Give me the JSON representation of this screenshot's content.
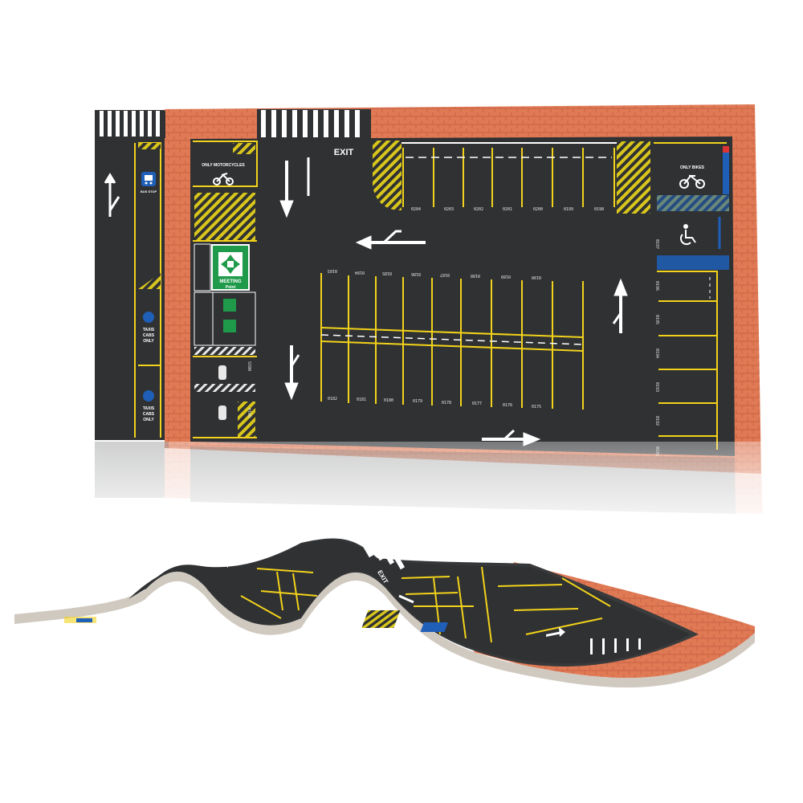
{
  "labels": {
    "exit": "EXIT",
    "only_motorcycles": "ONLY MOTORCYCLES",
    "only_bikes": "ONLY BIKES",
    "bus_stop": "BUS STOP",
    "taxis_line1": "TAXIS",
    "taxis_line2": "CABS",
    "taxis_line3": "ONLY",
    "meeting_point": "MEETING",
    "meeting_point_sub": "Point",
    "mini_exit": "EXIT"
  },
  "parking": {
    "top_row": [
      "0204",
      "0203",
      "0202",
      "0201",
      "0200",
      "0199",
      "0198"
    ],
    "middle_top_row": [
      "0183",
      "0184",
      "0185",
      "0186",
      "0187",
      "0188",
      "0189",
      "0190"
    ],
    "middle_bottom_row": [
      "0182",
      "0181",
      "0180",
      "0179",
      "0178",
      "0177",
      "0176",
      "0175"
    ],
    "right_column": [
      "0197",
      "0196",
      "0195",
      "0194",
      "0193",
      "0192",
      "0191"
    ],
    "left_column": [
      "0015",
      "0014"
    ]
  },
  "colors": {
    "asphalt": "#2f3133",
    "brick": "#e07a55",
    "yellow_line": "#f2d21b",
    "hatch_yellow": "#d9c61c",
    "white_line": "#ffffff",
    "blue_accessible": "#1f5fb8",
    "green_sign": "#1e9a4a"
  },
  "icons": [
    "motorcycle-icon",
    "bicycle-icon",
    "wheelchair-icon",
    "bus-icon",
    "taxi-icon",
    "car-icon",
    "arrow-icon"
  ]
}
